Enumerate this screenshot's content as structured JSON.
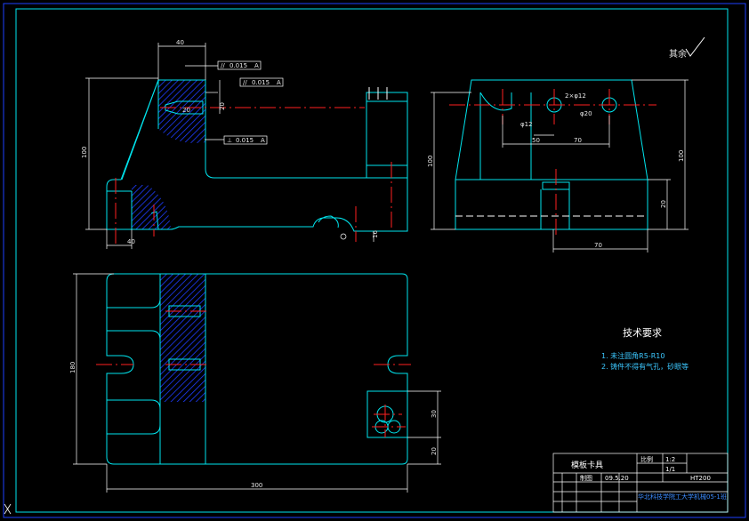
{
  "colors": {
    "background": "#000000",
    "outline": "#00e5ee",
    "frame": "#1e40ff",
    "center_line": "#ff2020",
    "dimension": "#ffffff",
    "hatch": "#1e3cff",
    "note_text": "#3cc8ff"
  },
  "roughness": {
    "label": "其余",
    "symbol": "check-roughness-icon"
  },
  "front_view": {
    "dims": {
      "top_width": "40",
      "height_total": "100",
      "small_height": "20",
      "hole_ratio": "20",
      "bottom_width": "40",
      "right_height": "16"
    },
    "tolerance_frames": [
      {
        "symbol": "//",
        "value": "0.015",
        "datum": "A"
      },
      {
        "symbol": "//",
        "value": "0.015",
        "datum": "A"
      },
      {
        "symbol": "⊥",
        "value": "0.015",
        "datum": "A"
      }
    ]
  },
  "side_view": {
    "dims": {
      "height_left": "100",
      "height_right": "100",
      "hole_label": "2×φ12",
      "dim_a": "φ12",
      "dim_b": "φ20",
      "dim_c": "50",
      "dim_d": "70",
      "dim_e": "20",
      "dim_f": "70"
    }
  },
  "top_view": {
    "dims": {
      "width": "300",
      "height": "180",
      "right_a": "30",
      "right_b": "20"
    }
  },
  "technical_requirements": {
    "title": "技术要求",
    "items": [
      "1. 未注圆角R5-R10",
      "2. 铸件不得有气孔，砂眼等"
    ]
  },
  "title_block": {
    "name": "模板卡具",
    "scale_label": "比例",
    "scale_value": "1:2",
    "sheet": "1/1",
    "material": "HT200",
    "drawn_label": "制图",
    "date": "09.5.20",
    "school": "华北科技学院工大学机械05-1班"
  }
}
